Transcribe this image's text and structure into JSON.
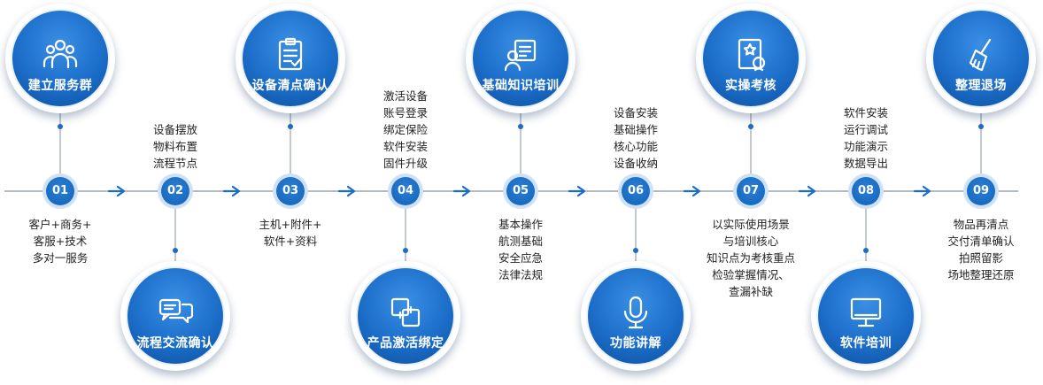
{
  "steps": [
    {
      "num": "01",
      "title": "建立服务群",
      "icon": "people-group-icon",
      "notes": [
        "客户+商务+",
        "客服+技术",
        "多对一服务"
      ]
    },
    {
      "num": "02",
      "title": "流程交流确认",
      "icon": "chat-bubbles-icon",
      "notes": [
        "设备摆放",
        "物料布置",
        "流程节点"
      ]
    },
    {
      "num": "03",
      "title": "设备清点确认",
      "icon": "checklist-icon",
      "notes": [
        "主机+附件+",
        "软件+资料"
      ]
    },
    {
      "num": "04",
      "title": "产品激活绑定",
      "icon": "link-squares-icon",
      "notes": [
        "激活设备",
        "账号登录",
        "绑定保险",
        "软件安装",
        "固件升级"
      ]
    },
    {
      "num": "05",
      "title": "基础知识培训",
      "icon": "trainer-board-icon",
      "notes": [
        "基本操作",
        "航测基础",
        "安全应急",
        "法律法规"
      ]
    },
    {
      "num": "06",
      "title": "功能讲解",
      "icon": "microphone-icon",
      "notes": [
        "设备安装",
        "基础操作",
        "核心功能",
        "设备收纳"
      ]
    },
    {
      "num": "07",
      "title": "实操考核",
      "icon": "certificate-icon",
      "notes": [
        "以实际使用场景",
        "与培训核心",
        "知识点为考核重点",
        "检验掌握情况、",
        "查漏补缺"
      ]
    },
    {
      "num": "08",
      "title": "软件培训",
      "icon": "monitor-icon",
      "notes": [
        "软件安装",
        "运行调试",
        "功能演示",
        "数据导出"
      ]
    },
    {
      "num": "09",
      "title": "整理退场",
      "icon": "broom-icon",
      "notes": [
        "物品再清点",
        "交付清单确认",
        "拍照留影",
        "场地整理还原"
      ]
    }
  ],
  "colors": {
    "primary": "#1a6cc6",
    "dark": "#0d4f9f",
    "line": "#9aa3ad",
    "arrow": "#1a6cc6"
  }
}
